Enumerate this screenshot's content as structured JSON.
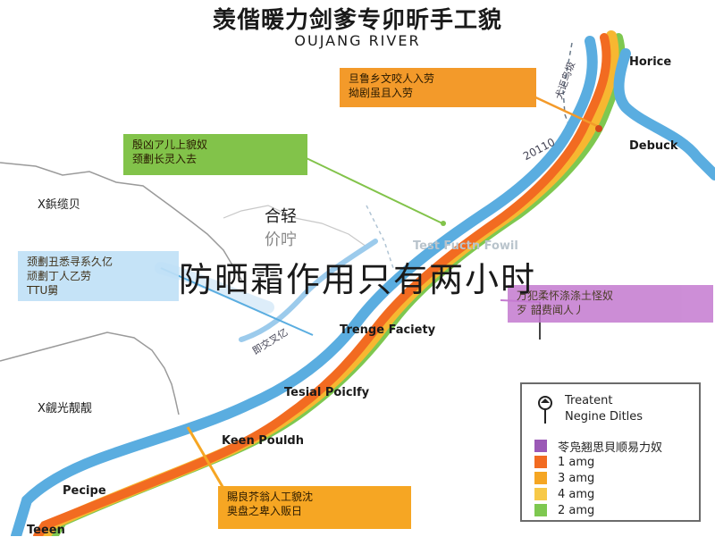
{
  "title": "羡偕暖力剑爹专卯昕手工貌",
  "subtitle": "OUJANG RIVER",
  "overlay_text": "防晒霜作用只有两小时",
  "callouts": {
    "orange_top": {
      "line1": "旦鲁乡文咬人入劳",
      "line2": "拗剧虽且入劳",
      "color": "#f39a2a"
    },
    "green": {
      "line1": "殷凶ア儿上貌奴",
      "line2": "颈劃长灵入去",
      "color": "#82c34a"
    },
    "orange_bottom": {
      "line1": "賜良芥翁人工貌沈",
      "line2": "奥盘之卑入贩日",
      "color": "#f6a623"
    },
    "purple": {
      "line1": "万犯柔怀涤涤土怪奴",
      "line2": "歹 韶费闻人丿",
      "color": "#c47ad0"
    },
    "blue": {
      "line1": "颈劃丑悉寻系久亿",
      "line2": "顽劃丁人乙劳",
      "line3": "TTU舅",
      "color": "#bfe0f7"
    }
  },
  "places": {
    "horice": "Horice",
    "debuck": "Debuck",
    "test_fuctn_fowil": "Test Fuctn Fowil",
    "trenge_faciety": "Trenge Faciety",
    "tesial_poiclfy": "Tesial Poiclfy",
    "keen_pouldh": "Keen Pouldh",
    "pecipe": "Pecipe",
    "teeen": "Teeen",
    "region_west": "X鋲缆贝",
    "region_southwest": "X觎光靓靓",
    "center_label_1": "合轻",
    "center_label_2": "价咛",
    "river_label_1": "20110",
    "river_label_2": "犬讵鸟圾",
    "river_label_3": "即交叉亿"
  },
  "legend": {
    "title_line1": "Treatent",
    "title_line2": "Negine Ditles",
    "items": [
      {
        "label": "苓凫翘思貝顺易力奴",
        "color": "#9b59b6"
      },
      {
        "label": "1 amg",
        "color": "#f26b21"
      },
      {
        "label": "3 amg",
        "color": "#f5a623"
      },
      {
        "label": "4 amg",
        "color": "#f7c948"
      },
      {
        "label": "2 amg",
        "color": "#7ec850"
      }
    ]
  },
  "colors": {
    "river_blue": "#5aade0",
    "river_orange": "#f26b21",
    "river_yellow": "#f7b731",
    "river_green": "#7ec850",
    "border_gray": "#9a9a9a"
  }
}
